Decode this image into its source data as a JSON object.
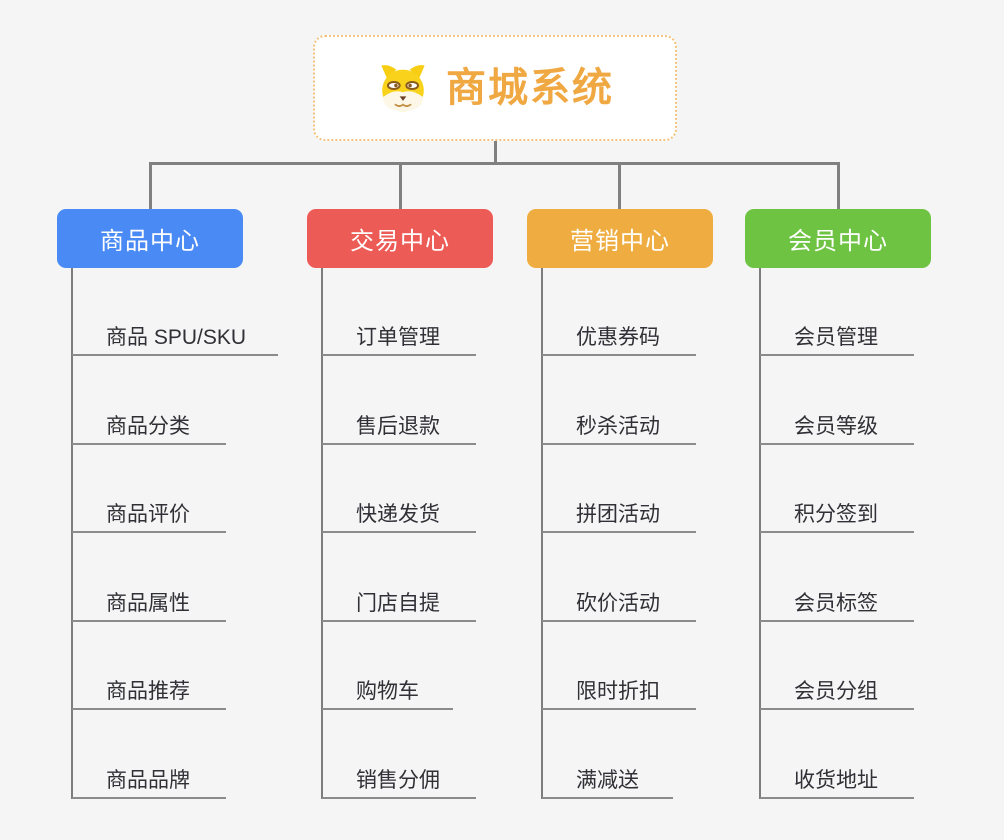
{
  "root": {
    "label": "商城系统",
    "icon": "dog-face-icon",
    "accent_color": "#f0a843",
    "border_color": "#f3c27c",
    "fill": "#ffffff"
  },
  "branches": [
    {
      "label": "商品中心",
      "color": "#4a8af4",
      "items": [
        "商品 SPU/SKU",
        "商品分类",
        "商品评价",
        "商品属性",
        "商品推荐",
        "商品品牌"
      ]
    },
    {
      "label": "交易中心",
      "color": "#ed5b56",
      "items": [
        "订单管理",
        "售后退款",
        "快递发货",
        "门店自提",
        "购物车",
        "销售分佣"
      ]
    },
    {
      "label": "营销中心",
      "color": "#efad41",
      "items": [
        "优惠券码",
        "秒杀活动",
        "拼团活动",
        "砍价活动",
        "限时折扣",
        "满减送"
      ]
    },
    {
      "label": "会员中心",
      "color": "#6ec343",
      "items": [
        "会员管理",
        "会员等级",
        "积分签到",
        "会员标签",
        "会员分组",
        "收货地址"
      ]
    }
  ],
  "colors": {
    "background": "#f5f5f5",
    "connector": "#808080",
    "underline": "#8b8b8b",
    "item_text": "#303036",
    "branch_text": "#ffffff"
  }
}
